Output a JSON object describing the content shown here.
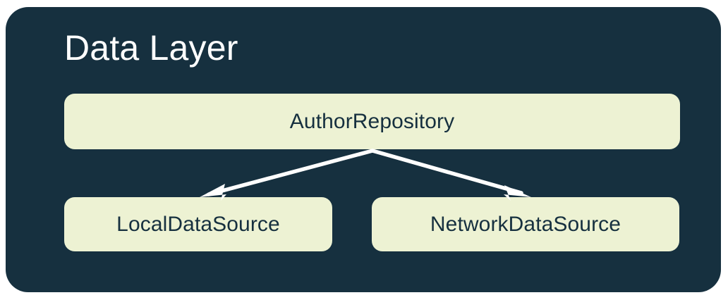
{
  "diagram": {
    "type": "architecture-layer-diagram",
    "title": "Data Layer",
    "colors": {
      "card_background": "#16303F",
      "node_background": "#EDF2D3",
      "node_text": "#16303F",
      "title_text": "#FFFFFF",
      "connector": "#FFFFFF",
      "page_background": "#FFFFFF"
    },
    "nodes": [
      {
        "id": "repository",
        "label": "AuthorRepository",
        "role": "repository",
        "row": 0
      },
      {
        "id": "local",
        "label": "LocalDataSource",
        "role": "data-source",
        "row": 1
      },
      {
        "id": "network",
        "label": "NetworkDataSource",
        "role": "data-source",
        "row": 1
      }
    ],
    "connectors": [
      {
        "id": "repository-to-local",
        "from": "repository",
        "to": "local",
        "style": "arrow",
        "direction": "down-left"
      },
      {
        "id": "repository-to-network",
        "from": "repository",
        "to": "network",
        "style": "arrow",
        "direction": "down-right"
      }
    ]
  }
}
